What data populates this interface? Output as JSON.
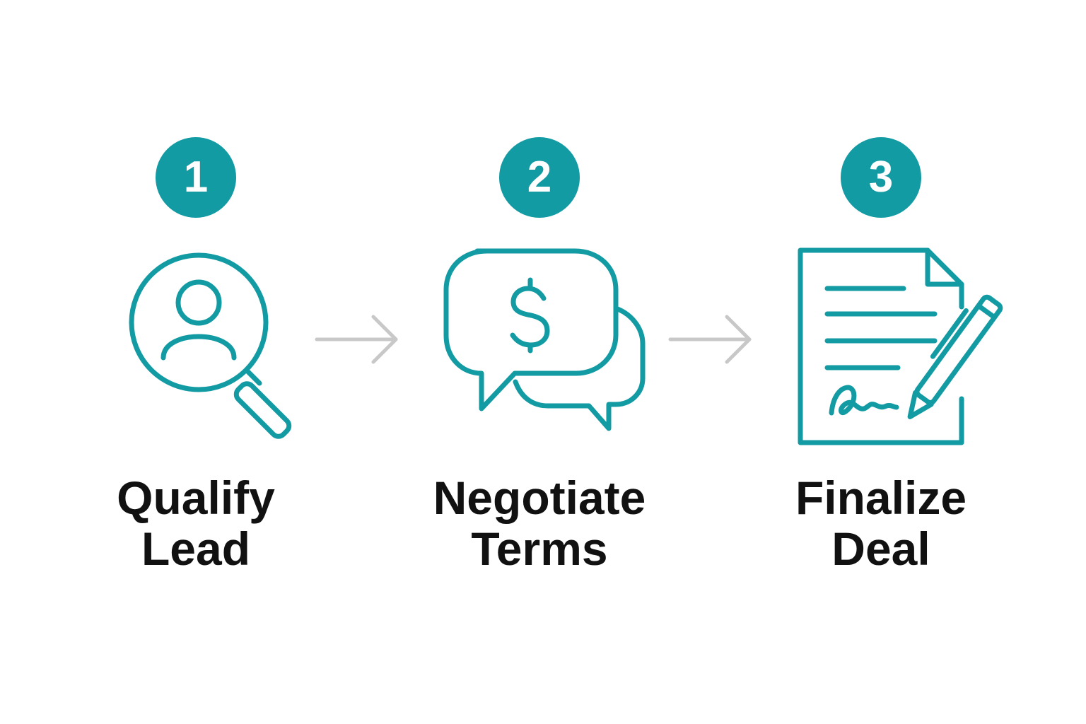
{
  "colors": {
    "accent": "#139ba4",
    "arrow": "#c8c8c8",
    "text": "#111111",
    "background": "#ffffff"
  },
  "steps": [
    {
      "number": "1",
      "label_line1": "Qualify",
      "label_line2": "Lead",
      "icon": "user-search-icon"
    },
    {
      "number": "2",
      "label_line1": "Negotiate",
      "label_line2": "Terms",
      "icon": "dollar-chat-icon"
    },
    {
      "number": "3",
      "label_line1": "Finalize",
      "label_line2": "Deal",
      "icon": "signed-document-icon"
    }
  ]
}
